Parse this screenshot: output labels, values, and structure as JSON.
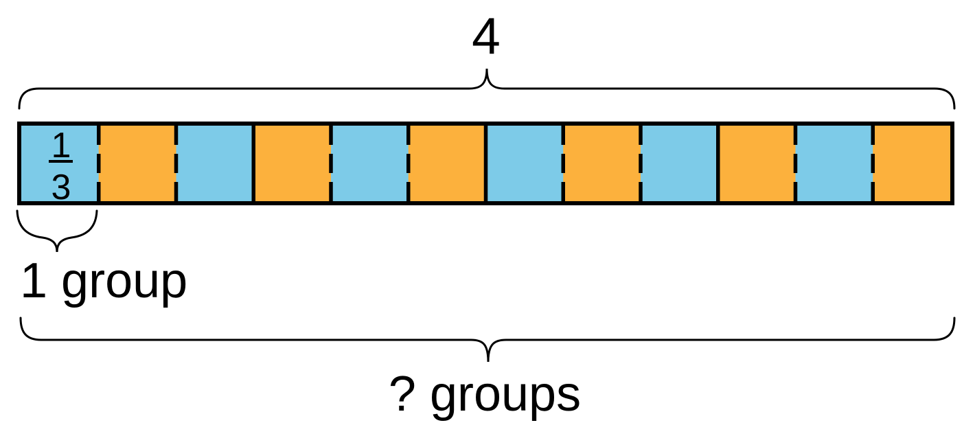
{
  "diagram": {
    "total_label": "4",
    "fraction": {
      "numerator": "1",
      "denominator": "3"
    },
    "one_group_label": "1 group",
    "question_label": "? groups"
  },
  "bar": {
    "segment_count": 12,
    "segment_colors": [
      "blue",
      "orange",
      "blue",
      "orange",
      "blue",
      "orange",
      "blue",
      "orange",
      "blue",
      "orange",
      "blue",
      "orange"
    ],
    "palette": {
      "blue": "#7DCBE8",
      "orange": "#FCB13D"
    },
    "border_color": "#000000",
    "solid_divider_after": [
      3,
      6,
      9
    ],
    "dash_pattern": "28 13"
  }
}
